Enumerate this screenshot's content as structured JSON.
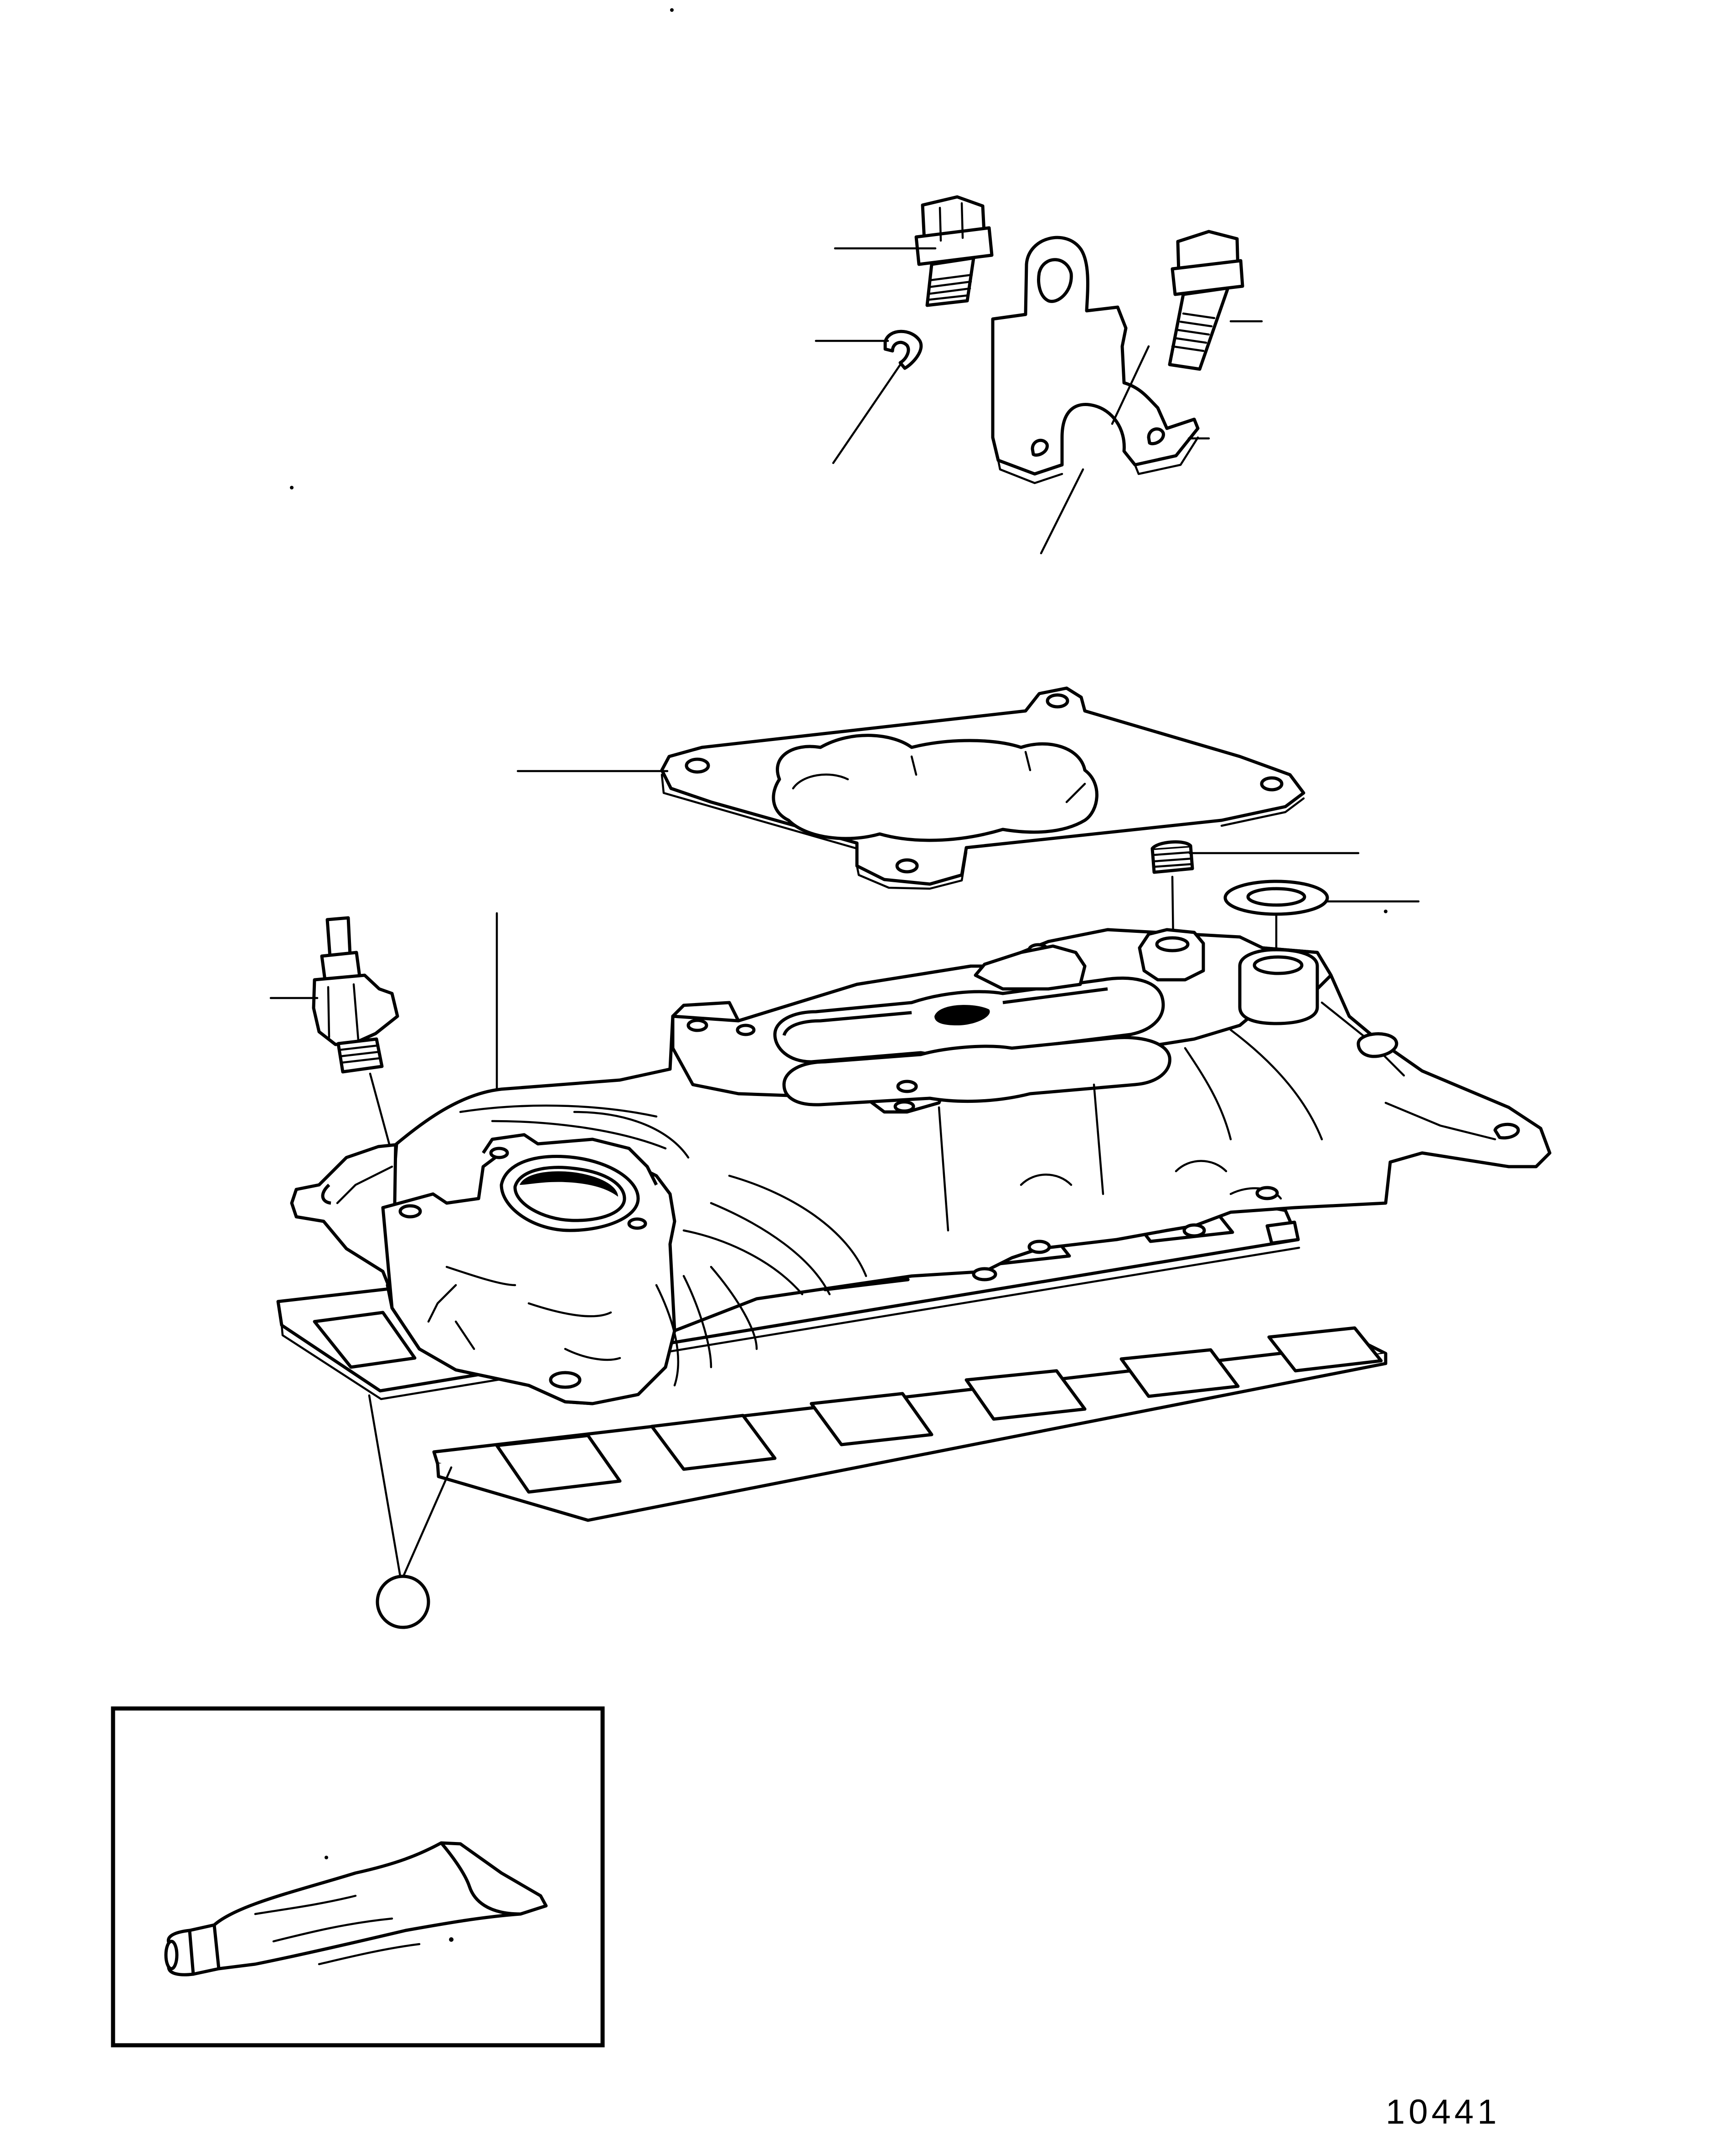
{
  "figure": {
    "number": "10441"
  },
  "colors": {
    "ink": "#000000",
    "paper": "#ffffff"
  },
  "parts": [
    {
      "name": "flange-bolt-left",
      "icon": "bolt-icon"
    },
    {
      "name": "lock-washer",
      "icon": "washer-icon"
    },
    {
      "name": "flange-bolt-right",
      "icon": "bolt-icon"
    },
    {
      "name": "lifting-bracket",
      "icon": "bracket-icon"
    },
    {
      "name": "carburetor-spacer-gasket",
      "icon": "gasket-icon"
    },
    {
      "name": "pipe-plug",
      "icon": "plug-icon"
    },
    {
      "name": "sealing-washer",
      "icon": "washer-icon"
    },
    {
      "name": "temperature-sender",
      "icon": "sensor-icon"
    },
    {
      "name": "intake-manifold",
      "icon": "manifold-icon"
    },
    {
      "name": "intake-manifold-gaskets",
      "icon": "gasket-icon"
    },
    {
      "name": "gasket-kit-reference-circle",
      "icon": "circle-icon"
    },
    {
      "name": "sealant-tube",
      "icon": "tube-icon"
    }
  ]
}
